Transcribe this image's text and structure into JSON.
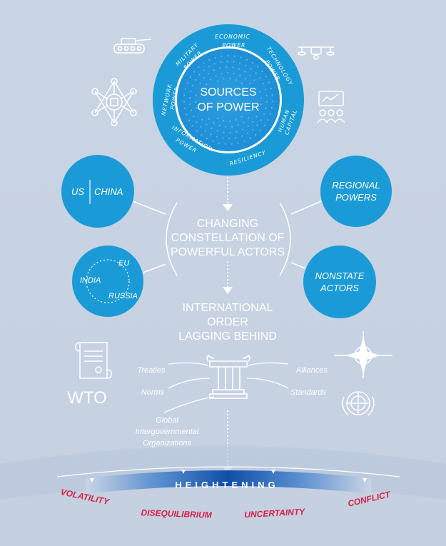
{
  "sources": {
    "title_line1": "SOURCES",
    "title_line2": "OF POWER",
    "ring": [
      "ECONOMIC POWER",
      "TECHNOLOGY POWER",
      "HUMAN CAPITAL",
      "RESILIENCY",
      "INFORMATION POWER",
      "NETWORK POWER",
      "MILITARY POWER"
    ]
  },
  "actors": {
    "us": "US",
    "china": "CHINA",
    "eu": "EU",
    "india": "INDIA",
    "russia": "RUSSIA",
    "regional": [
      "REGIONAL",
      "POWERS"
    ],
    "nonstate": [
      "NONSTATE",
      "ACTORS"
    ]
  },
  "center": {
    "constellation": [
      "CHANGING",
      "CONSTELLATION OF",
      "POWERFUL ACTORS"
    ],
    "order": [
      "INTERNATIONAL",
      "ORDER",
      "LAGGING BEHIND"
    ]
  },
  "order_items": {
    "treaties": "Treaties",
    "norms": "Norms",
    "alliances": "Alliances",
    "standards": "Standards",
    "global": [
      "Global",
      "Intergovernmental",
      "Organizations"
    ],
    "wto": "WTO"
  },
  "bottom": {
    "heightening": "HEIGHTENING",
    "outcomes": [
      "VOLATILITY",
      "DISEQUILIBRIUM",
      "UNCERTAINTY",
      "CONFLICT"
    ]
  },
  "colors": {
    "blue": "#1a9bd7",
    "dark_blue": "#0e6fb8",
    "red": "#d8234a",
    "background": "#c8d3e3"
  }
}
